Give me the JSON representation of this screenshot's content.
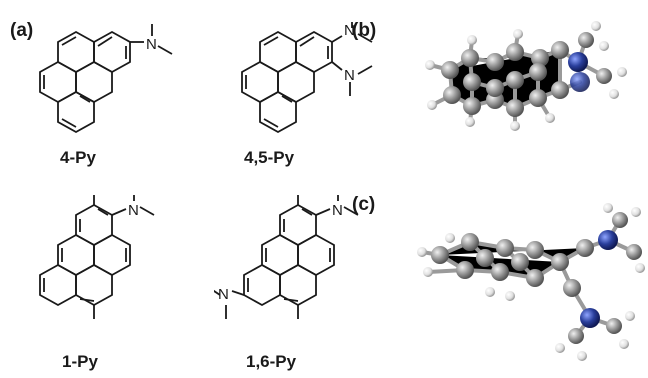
{
  "panels": {
    "a": "(a)",
    "b": "(b)",
    "c": "(c)"
  },
  "molecules": [
    {
      "id": "4-py",
      "name": "4-Py"
    },
    {
      "id": "45-py",
      "name": "4,5-Py"
    },
    {
      "id": "1-py",
      "name": "1-Py"
    },
    {
      "id": "16-py",
      "name": "1,6-Py"
    }
  ],
  "atom_label": "N",
  "colors": {
    "bond": "#1a1a1a",
    "carbon": "#8c8c8c",
    "nitrogen": "#2a3f9c",
    "hydrogen": "#e6e6e6"
  }
}
